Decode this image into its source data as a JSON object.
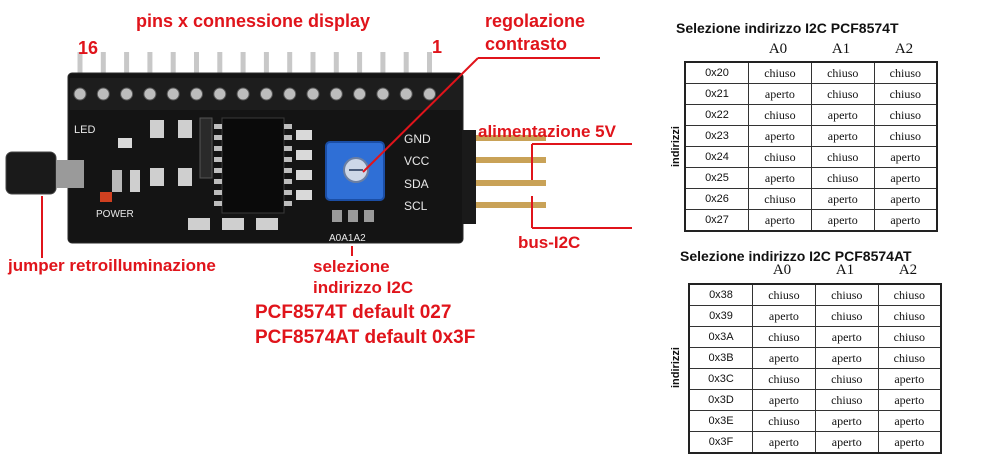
{
  "diagram": {
    "labels": {
      "pins_title": "pins x connessione display",
      "pin16": "16",
      "pin1": "1",
      "contrast_line1": "regolazione",
      "contrast_line2": "contrasto",
      "power": "alimentazione 5V",
      "bus": "bus-I2C",
      "jumper": "jumper retroilluminazione",
      "address_line1": "selezione",
      "address_line2": "indirizzo I2C",
      "default_t": "PCF8574T default 027",
      "default_at": "PCF8574AT default 0x3F"
    },
    "board": {
      "silk_led": "LED",
      "silk_power": "POWER",
      "silk_gnd": "GND",
      "silk_vcc": "VCC",
      "silk_sda": "SDA",
      "silk_scl": "SCL",
      "silk_addr": "A0A1A2"
    },
    "colors": {
      "label_red": "#e0141b",
      "board": "#111111",
      "potentiometer": "#2f6fd6"
    }
  },
  "tables": [
    {
      "title": "Selezione indirizzo I2C PCF8574T",
      "side_label": "indirizzi",
      "columns": [
        "A0",
        "A1",
        "A2"
      ],
      "rows": [
        {
          "code": "0x20",
          "values": [
            "chiuso",
            "chiuso",
            "chiuso"
          ]
        },
        {
          "code": "0x21",
          "values": [
            "aperto",
            "chiuso",
            "chiuso"
          ]
        },
        {
          "code": "0x22",
          "values": [
            "chiuso",
            "aperto",
            "chiuso"
          ]
        },
        {
          "code": "0x23",
          "values": [
            "aperto",
            "aperto",
            "chiuso"
          ]
        },
        {
          "code": "0x24",
          "values": [
            "chiuso",
            "chiuso",
            "aperto"
          ]
        },
        {
          "code": "0x25",
          "values": [
            "aperto",
            "chiuso",
            "aperto"
          ]
        },
        {
          "code": "0x26",
          "values": [
            "chiuso",
            "aperto",
            "aperto"
          ]
        },
        {
          "code": "0x27",
          "values": [
            "aperto",
            "aperto",
            "aperto"
          ]
        }
      ]
    },
    {
      "title": "Selezione indirizzo I2C PCF8574AT",
      "side_label": "indirizzi",
      "columns": [
        "A0",
        "A1",
        "A2"
      ],
      "rows": [
        {
          "code": "0x38",
          "values": [
            "chiuso",
            "chiuso",
            "chiuso"
          ]
        },
        {
          "code": "0x39",
          "values": [
            "aperto",
            "chiuso",
            "chiuso"
          ]
        },
        {
          "code": "0x3A",
          "values": [
            "chiuso",
            "aperto",
            "chiuso"
          ]
        },
        {
          "code": "0x3B",
          "values": [
            "aperto",
            "aperto",
            "chiuso"
          ]
        },
        {
          "code": "0x3C",
          "values": [
            "chiuso",
            "chiuso",
            "aperto"
          ]
        },
        {
          "code": "0x3D",
          "values": [
            "aperto",
            "chiuso",
            "aperto"
          ]
        },
        {
          "code": "0x3E",
          "values": [
            "chiuso",
            "aperto",
            "aperto"
          ]
        },
        {
          "code": "0x3F",
          "values": [
            "aperto",
            "aperto",
            "aperto"
          ]
        }
      ]
    }
  ]
}
